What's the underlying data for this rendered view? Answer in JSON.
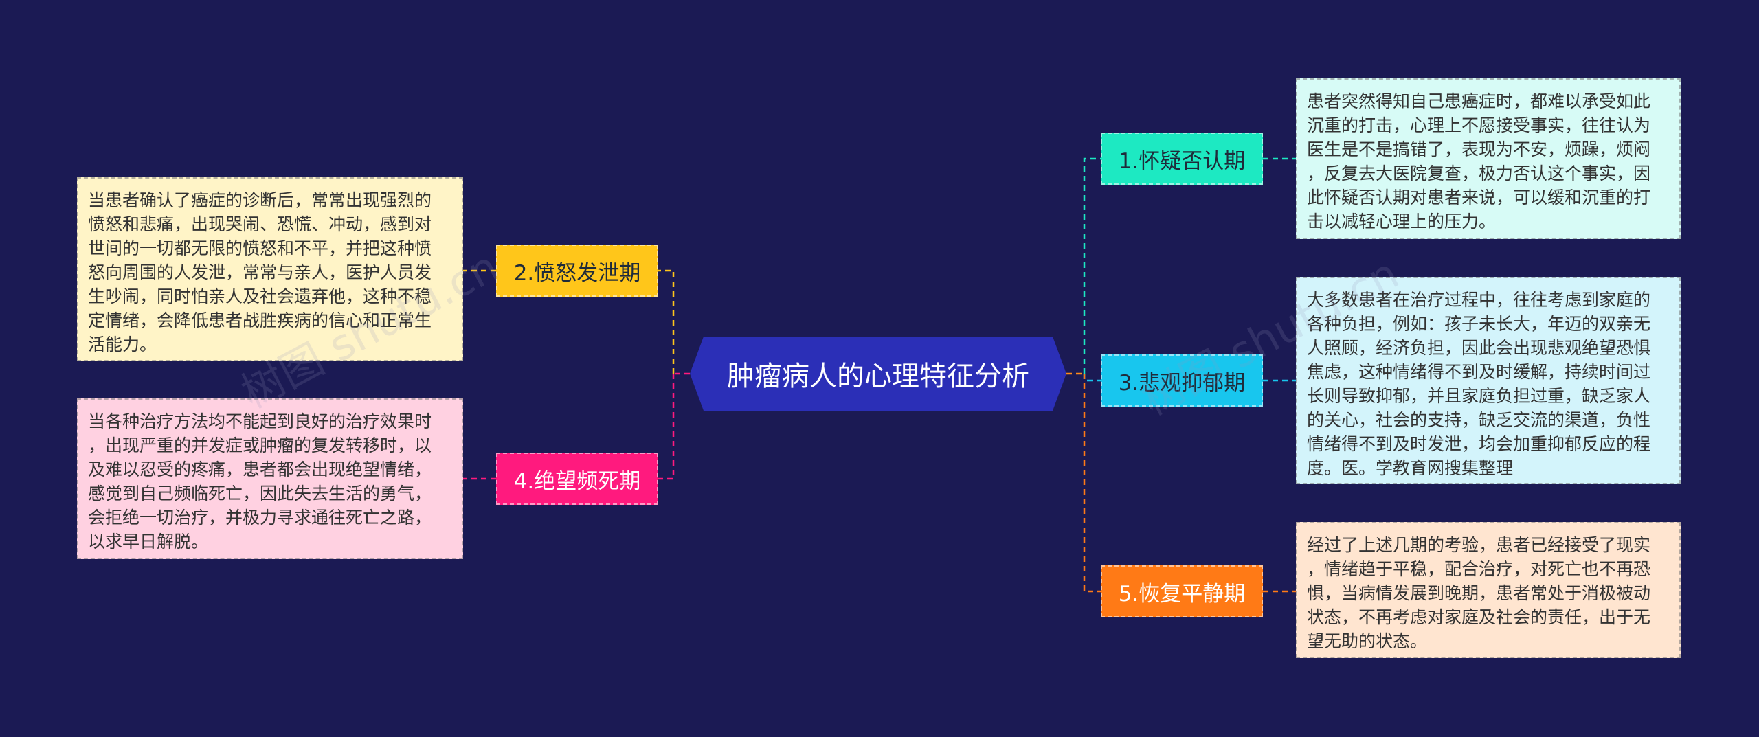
{
  "center": {
    "title": "肿瘤病人的心理特征分析"
  },
  "branches": [
    {
      "label": "1.怀疑否认期",
      "color": "#1de9c2",
      "text": "患者突然得知自己患癌症时，都难以承受如此\n沉重的打击，心理上不愿接受事实，往往认为\n医生是不是搞错了，表现为不安，烦躁，烦闷\n，反复去大医院复查，极力否认这个事实，因\n此怀疑否认期对患者来说，可以缓和沉重的打\n击以减轻心理上的压力。"
    },
    {
      "label": "2.愤怒发泄期",
      "color": "#ffc61a",
      "text": "当患者确认了癌症的诊断后，常常出现强烈的\n愤怒和悲痛，出现哭闹、恐慌、冲动，感到对\n世间的一切都无限的愤怒和不平，并把这种愤\n怒向周围的人发泄，常常与亲人，医护人员发\n生吵闹，同时怕亲人及社会遗弃他，这种不稳\n定情绪，会降低患者战胜疾病的信心和正常生\n活能力。"
    },
    {
      "label": "3.悲观抑郁期",
      "color": "#18c6ee",
      "text": "大多数患者在治疗过程中，往往考虑到家庭的\n各种负担，例如：孩子未长大，年迈的双亲无\n人照顾，经济负担，因此会出现悲观绝望恐惧\n焦虑，这种情绪得不到及时缓解，持续时间过\n长则导致抑郁，并且家庭负担过重，缺乏家人\n的关心，社会的支持，缺乏交流的渠道，负性\n情绪得不到及时发泄，均会加重抑郁反应的程\n度。医。学教育网搜集整理"
    },
    {
      "label": "4.绝望频死期",
      "color": "#ff1a7e",
      "text": "当各种治疗方法均不能起到良好的治疗效果时\n，出现严重的并发症或肿瘤的复发转移时，以\n及难以忍受的疼痛，患者都会出现绝望情绪，\n感觉到自己频临死亡，因此失去生活的勇气，\n会拒绝一切治疗，并极力寻求通往死亡之路，\n以求早日解脱。"
    },
    {
      "label": "5.恢复平静期",
      "color": "#ff7a16",
      "text": "经过了上述几期的考验，患者已经接受了现实\n，情绪趋于平稳，配合治疗，对死亡也不再恐\n惧，当病情发展到晚期，患者常处于消极被动\n状态，不再考虑对家庭及社会的责任，出于无\n望无助的状态。"
    }
  ],
  "watermark": "树图 shutu.cn"
}
